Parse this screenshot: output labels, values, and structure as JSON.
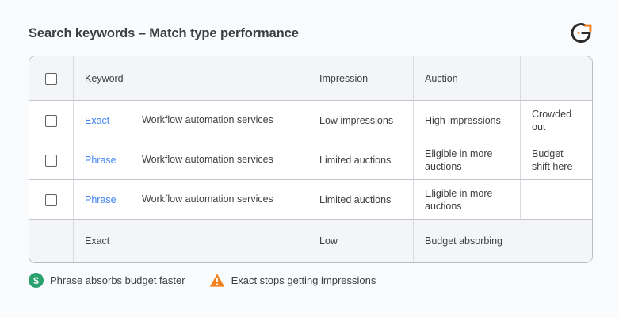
{
  "header": {
    "title": "Search keywords – Match type performance",
    "logo_name": "g-logo"
  },
  "colors": {
    "accent_orange": "#f4811f",
    "link_blue": "#4285f4",
    "text_dark": "#3c4043",
    "money_green": "#2aa06f",
    "header_bg": "#f4f5f7",
    "page_bg": "#fafbfd"
  },
  "table": {
    "columns": [
      {
        "key": "select",
        "label": ""
      },
      {
        "key": "keyword",
        "label": "Keyword"
      },
      {
        "key": "impression",
        "label": "Impression"
      },
      {
        "key": "auction",
        "label": "Auction"
      },
      {
        "key": "extra",
        "label": ""
      }
    ],
    "rows": [
      {
        "checkbox": true,
        "match_type": "Exact",
        "keyword": "Workflow automation services",
        "impression": "Low impressions",
        "auction": "High impressions",
        "extra": "Crowded out"
      },
      {
        "checkbox": true,
        "match_type": "Phrase",
        "keyword": "Workflow automation services",
        "impression": "Limited auctions",
        "auction": "Eligible in more auctions",
        "extra": "Budget shift here"
      },
      {
        "checkbox": true,
        "match_type": "Phrase",
        "keyword": "Workflow automation services",
        "impression": "Limited auctions",
        "auction": "Eligible in more auctions",
        "extra": ""
      }
    ],
    "summary_row": {
      "match_type": "Exact",
      "keyword": "",
      "impression": "Low",
      "auction": "Budget absorbing",
      "extra": ""
    }
  },
  "legend": {
    "items": [
      {
        "icon": "money-icon",
        "label": "Phrase absorbs budget faster"
      },
      {
        "icon": "warning-icon",
        "label": "Exact stops getting impressions"
      }
    ]
  }
}
